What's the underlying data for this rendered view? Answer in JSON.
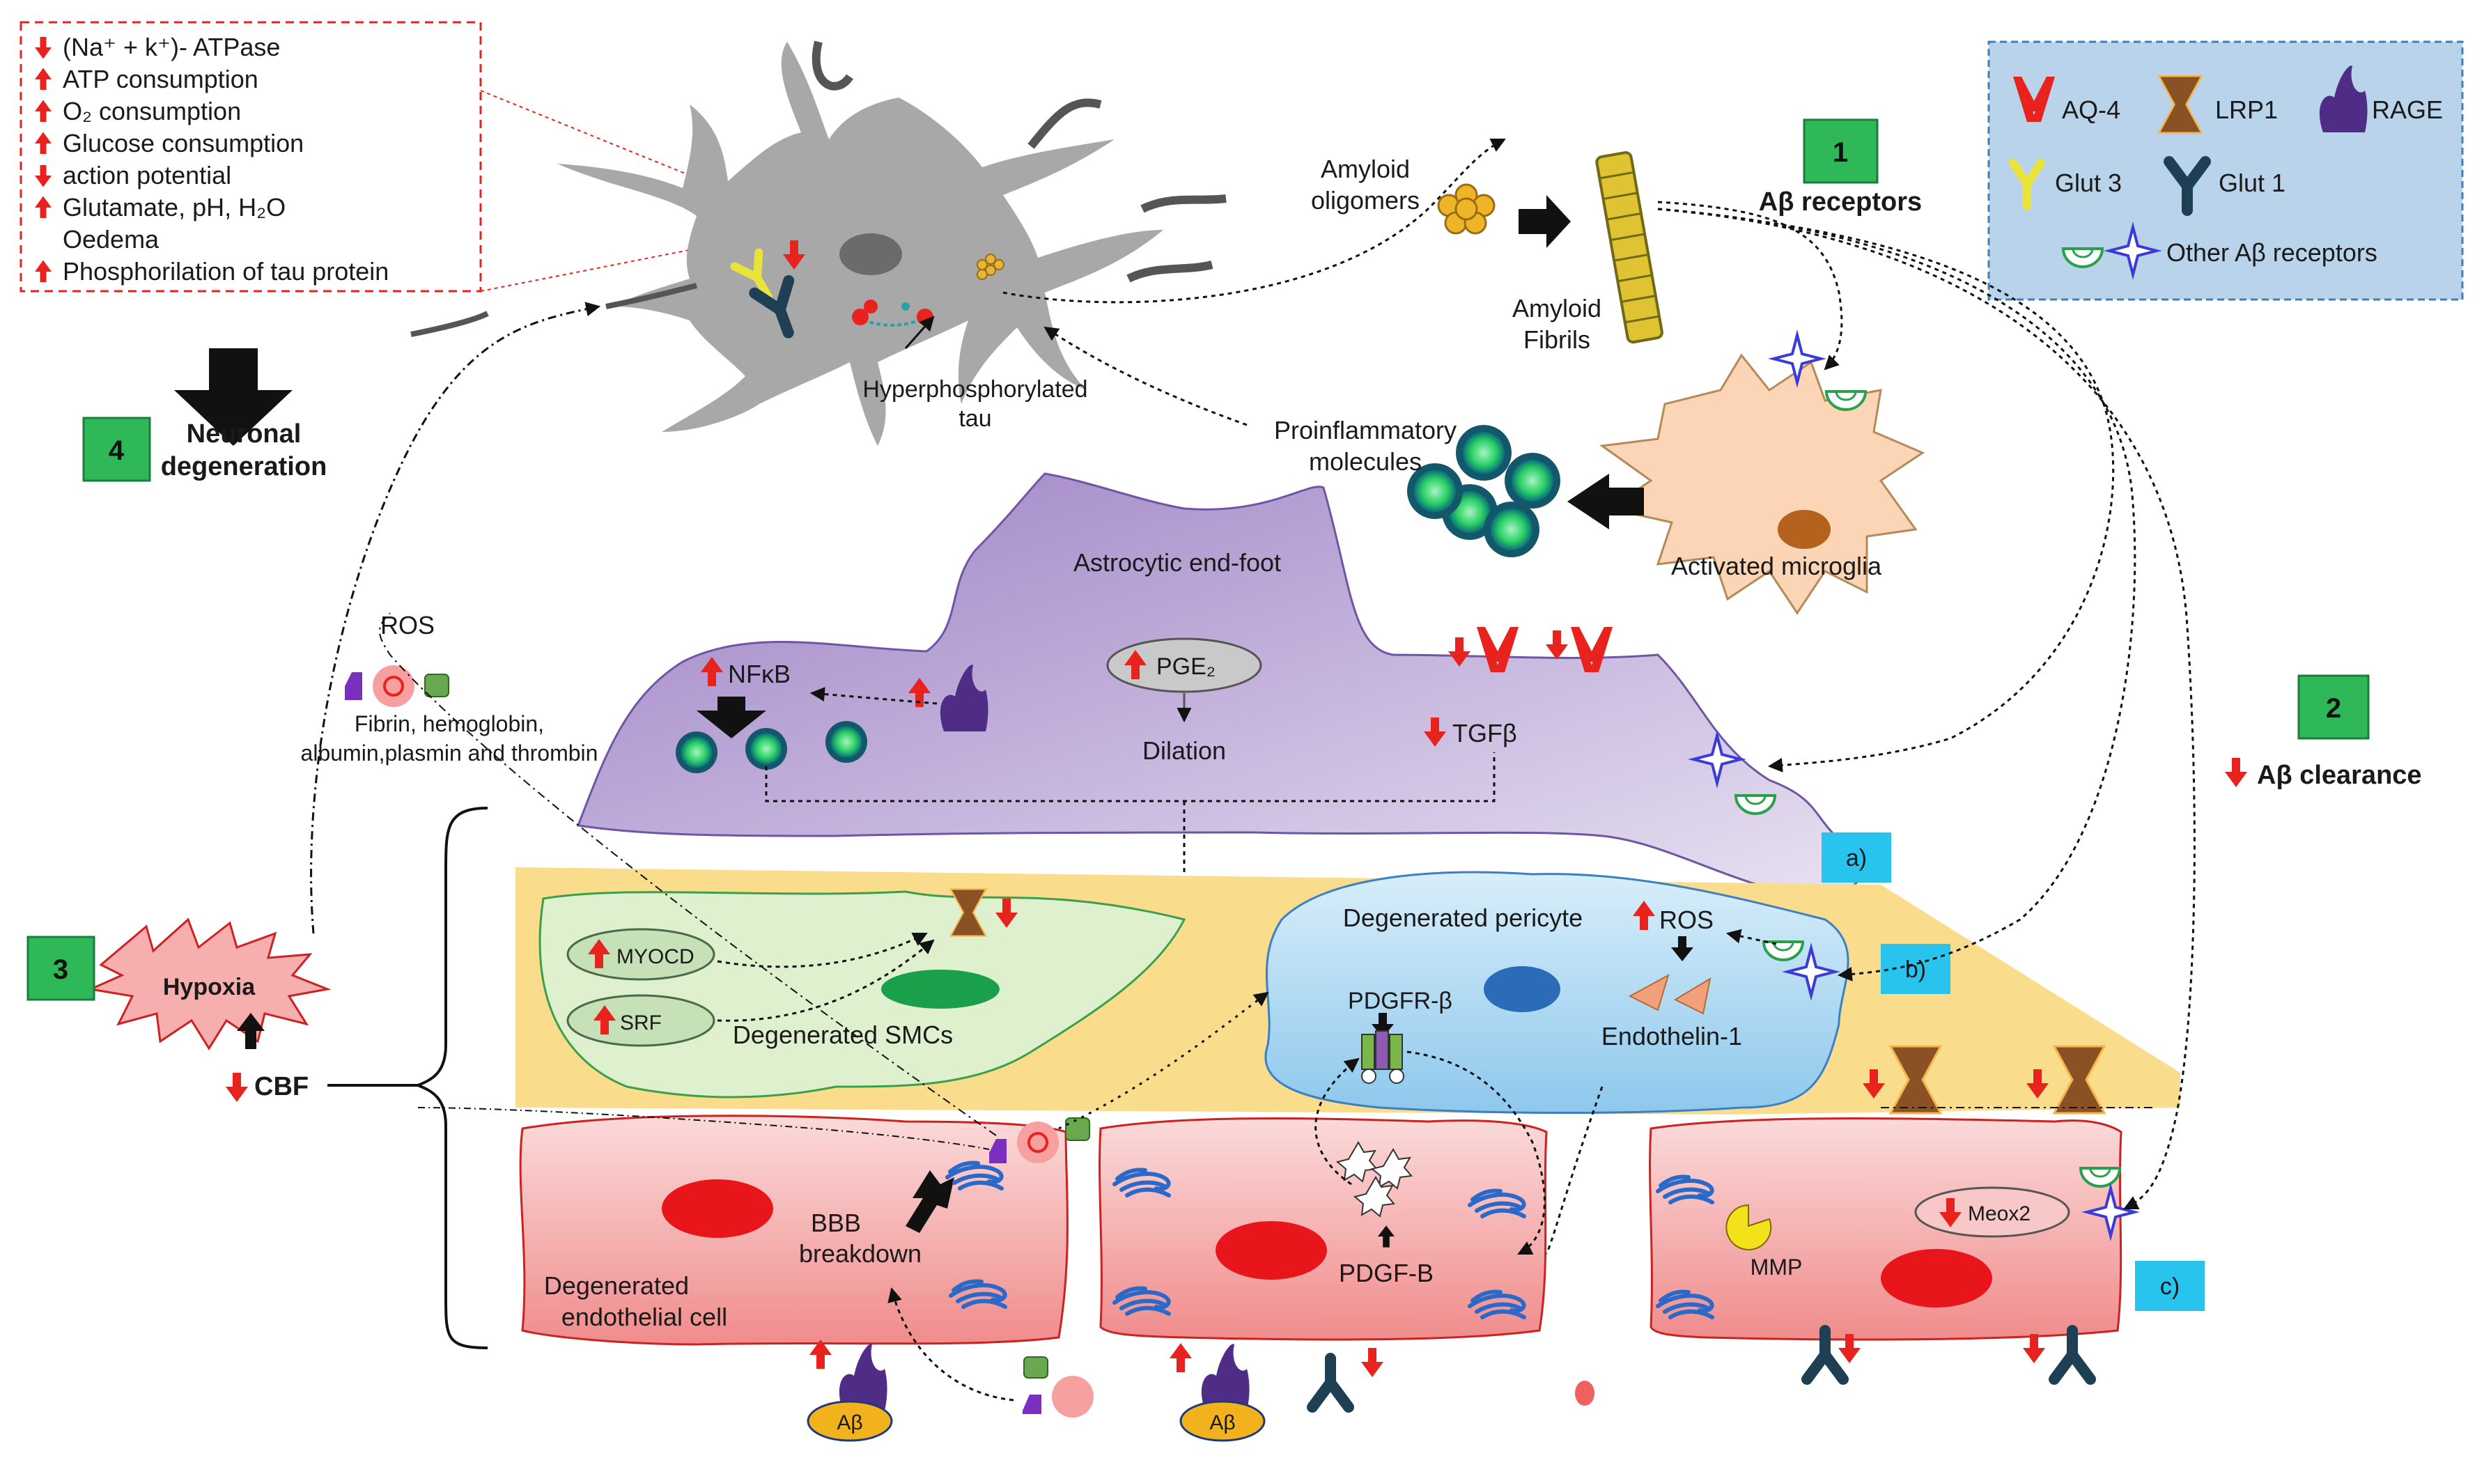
{
  "symptoms": {
    "items": [
      {
        "text": "(Na⁺ + k⁺)- ATPase",
        "dir": "down"
      },
      {
        "text": "ATP consumption",
        "dir": "up"
      },
      {
        "text": "O₂ consumption",
        "dir": "up"
      },
      {
        "text": "Glucose consumption",
        "dir": "up"
      },
      {
        "text": "action potential",
        "dir": "down"
      },
      {
        "text": "Glutamate, pH, H₂O",
        "dir": "up"
      },
      {
        "text": "Oedema",
        "dir": "none"
      },
      {
        "text": "Phosphorilation of tau protein",
        "dir": "up"
      }
    ]
  },
  "steps": {
    "s1": {
      "num": "1",
      "label": "Aβ receptors"
    },
    "s2": {
      "num": "2",
      "label": "Aβ clearance"
    },
    "s3": {
      "num": "3",
      "label": "Hypoxia"
    },
    "s4": {
      "num": "4",
      "label_line1": "Neuronal",
      "label_line2": "degeneration"
    }
  },
  "legend": {
    "aq4": "AQ-4",
    "lrp1": "LRP1",
    "rage": "RAGE",
    "glut3": "Glut 3",
    "glut1": "Glut 1",
    "other": "Other Aβ receptors"
  },
  "labels": {
    "amyloid_oligomers_1": "Amyloid",
    "amyloid_oligomers_2": "oligomers",
    "amyloid_fibrils_1": "Amyloid",
    "amyloid_fibrils_2": "Fibrils",
    "hyper_tau_1": "Hyperphosphorylated",
    "hyper_tau_2": "tau",
    "proinflam_1": "Proinflammatory",
    "proinflam_2": "molecules",
    "activated_microglia": "Activated microglia",
    "astro_endfoot": "Astrocytic end-foot",
    "ros_top": "ROS",
    "nfkb": "NFκB",
    "pge2": "PGE₂",
    "dilation": "Dilation",
    "tgfb": "TGFβ",
    "fibrin_1": "Fibrin, hemoglobin,",
    "fibrin_2": "albumin,plasmin and thrombin",
    "myocd": "MYOCD",
    "srf": "SRF",
    "deg_smcs": "Degenerated SMCs",
    "deg_pericyte": "Degenerated pericyte",
    "ros_peri": "ROS",
    "pdgfr": "PDGFR-β",
    "endothelin": "Endothelin-1",
    "pdgf_b": "PDGF-B",
    "cbf": "CBF",
    "bbb_1": "BBB",
    "bbb_2": "breakdown",
    "deg_endo_1": "Degenerated",
    "deg_endo_2": "endothelial cell",
    "mmp": "MMP",
    "meox2": "Meox2",
    "abeta_1": "Aβ",
    "abeta_2": "Aβ",
    "tag_a": "a)",
    "tag_b": "b)",
    "tag_c": "c)"
  },
  "colors": {
    "up_down_arrow": "#e8231e",
    "step_box": "#2fb857",
    "tag_box": "#29c4ee",
    "legend_bg": "#b9d4ea",
    "astrocyte": "#a58ac8",
    "microglia": "#fbd5b6",
    "pericyte": "#b6dcf2",
    "smc": "#dff0cf",
    "endothelial": "#f6a4a4",
    "basement": "#f9dc8c",
    "neuron": "#a8a8a8",
    "aq4": "#e8231e",
    "lrp1": "#8a5224",
    "rage": "#4f2d87",
    "glut3": "#e9e33a",
    "glut1": "#1f3f55",
    "other_receptor": "#3b3bd6"
  }
}
